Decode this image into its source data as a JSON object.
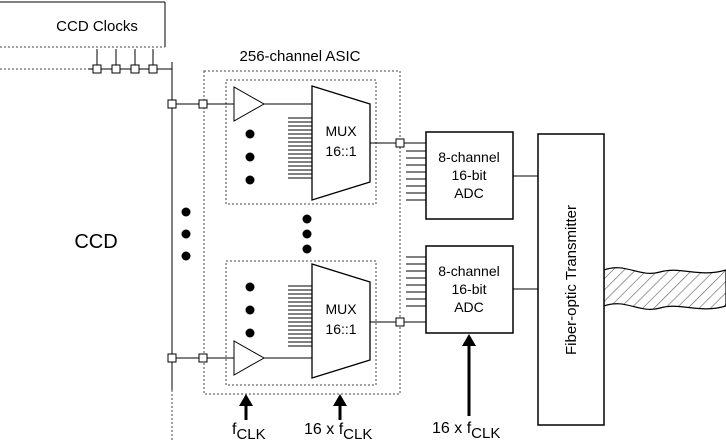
{
  "labels": {
    "ccd_clocks": "CCD Clocks",
    "ccd": "CCD",
    "asic": "256-channel ASIC",
    "mux_top_1": "MUX",
    "mux_top_2": "16::1",
    "mux_bot_1": "MUX",
    "mux_bot_2": "16::1",
    "adc_top_1": "8-channel",
    "adc_top_2": "16-bit",
    "adc_top_3": "ADC",
    "adc_bot_1": "8-channel",
    "adc_bot_2": "16-bit",
    "adc_bot_3": "ADC",
    "transmitter": "Fiber-optic Transmitter",
    "clk_f": "f",
    "clk_sub": "CLK",
    "clk16_prefix": "16 x f",
    "clk16_sub": "CLK",
    "clk16b_prefix": "16 x f",
    "clk16b_sub": "CLK"
  },
  "colors": {
    "line": "#000000",
    "dashed_border": "#444444",
    "hatch": "#666666"
  }
}
